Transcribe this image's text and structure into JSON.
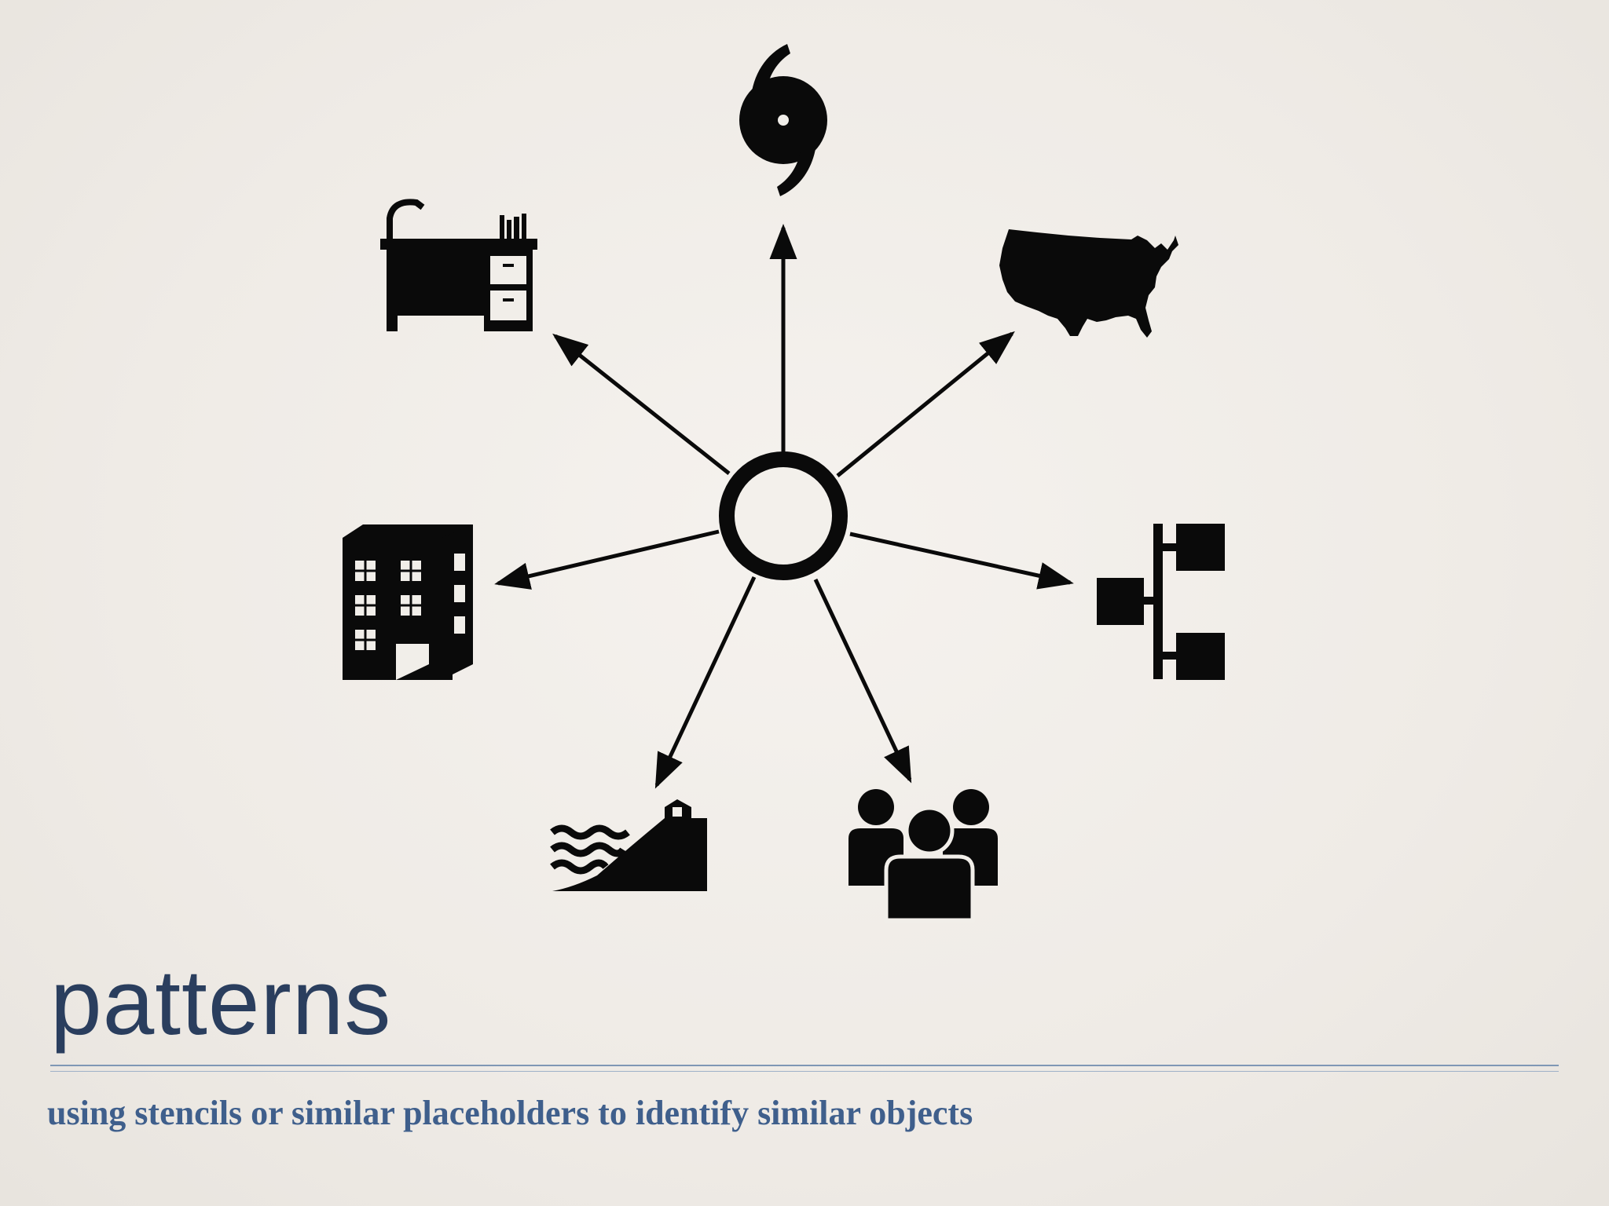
{
  "slide": {
    "title": "patterns",
    "subtitle": "using stencils or similar placeholders to identify similar objects"
  },
  "diagram": {
    "hub": "ring",
    "nodes": [
      "hurricane-icon",
      "usa-map-icon",
      "org-chart-icon",
      "people-group-icon",
      "coastline-icon",
      "building-icon",
      "desk-icon"
    ]
  },
  "colors": {
    "ink": "#0a0a0a",
    "title": "#2a3e5e",
    "subtitle": "#3f5f8c",
    "rule": "#7f97b5",
    "background": "#f1eee9"
  }
}
